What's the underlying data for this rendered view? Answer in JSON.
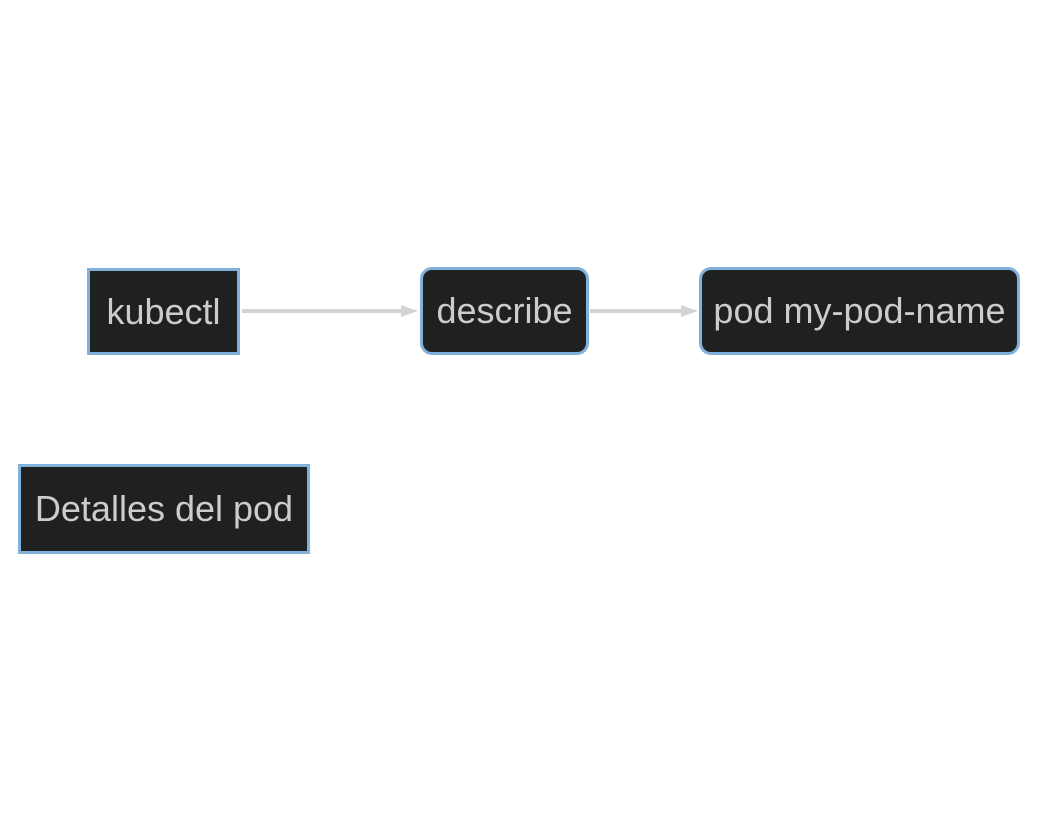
{
  "diagram": {
    "type": "flowchart",
    "direction": "LR",
    "background_color": "#ffffff",
    "theme": {
      "node_fill": "#1f2020",
      "node_border_color": "#81b1db",
      "node_text_color": "#cccccc",
      "edge_color": "#d3d3d3"
    },
    "nodes": [
      {
        "id": "kubectl",
        "label": "kubectl",
        "shape": "rect"
      },
      {
        "id": "describe",
        "label": "describe",
        "shape": "rounded"
      },
      {
        "id": "pod-my-pod-name",
        "label": "pod my-pod-name",
        "shape": "rounded"
      },
      {
        "id": "detalles-del-pod",
        "label": "Detalles del pod",
        "shape": "rect"
      }
    ],
    "edges": [
      {
        "from": "kubectl",
        "to": "describe",
        "style": "solid-arrow"
      },
      {
        "from": "describe",
        "to": "pod-my-pod-name",
        "style": "solid-arrow"
      }
    ]
  }
}
